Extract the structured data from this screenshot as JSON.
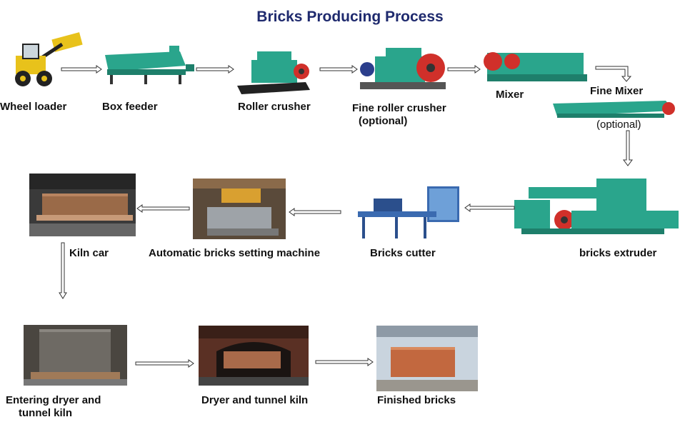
{
  "title": "Bricks Producing Process",
  "steps": [
    {
      "label": "Wheel loader",
      "icon": "wheel-loader-icon"
    },
    {
      "label": "Box feeder",
      "icon": "box-feeder-icon"
    },
    {
      "label": "Roller crusher",
      "icon": "roller-crusher-icon"
    },
    {
      "label": "Fine roller crusher",
      "note": "(optional)",
      "icon": "fine-roller-crusher-icon"
    },
    {
      "label": "Mixer",
      "icon": "mixer-icon"
    },
    {
      "label": "Fine Mixer",
      "note": "(optional)",
      "icon": "fine-mixer-icon"
    },
    {
      "label": "bricks extruder",
      "icon": "bricks-extruder-icon"
    },
    {
      "label": "Bricks cutter",
      "icon": "bricks-cutter-icon"
    },
    {
      "label": "Automatic bricks setting machine",
      "icon": "setting-machine-icon"
    },
    {
      "label": "Kiln car",
      "icon": "kiln-car-icon"
    },
    {
      "label": "Entering dryer and",
      "label2": "tunnel kiln",
      "icon": "dryer-entry-icon"
    },
    {
      "label": "Dryer and tunnel kiln",
      "icon": "tunnel-kiln-icon"
    },
    {
      "label": "Finished bricks",
      "icon": "finished-bricks-icon"
    }
  ],
  "colors": {
    "title": "#1f2a6e",
    "machine": "#2aa58c",
    "roller": "#d0302a"
  }
}
